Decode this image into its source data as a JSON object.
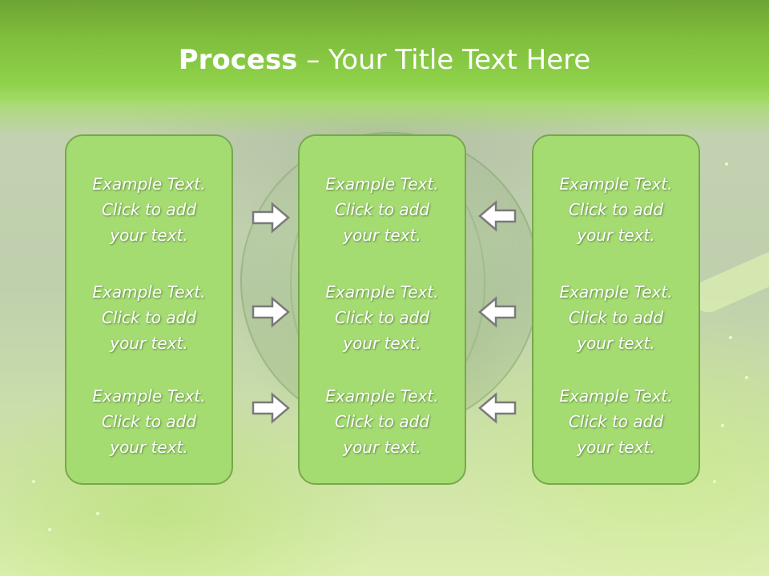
{
  "slide": {
    "title_bold": "Process",
    "title_rest": " – Your Title Text Here"
  },
  "panels": {
    "left": [
      {
        "line1": "Example Text.",
        "line2": "Click  to add",
        "line3": "your text."
      },
      {
        "line1": "Example Text.",
        "line2": "Click  to add",
        "line3": "your text."
      },
      {
        "line1": "Example Text.",
        "line2": "Click  to add",
        "line3": "your text."
      }
    ],
    "center": [
      {
        "line1": "Example Text.",
        "line2": "Click  to add",
        "line3": "your text."
      },
      {
        "line1": "Example Text.",
        "line2": "Click  to add",
        "line3": "your text."
      },
      {
        "line1": "Example Text.",
        "line2": "Click  to add",
        "line3": "your text."
      }
    ],
    "right": [
      {
        "line1": "Example Text.",
        "line2": "Click  to add",
        "line3": "your text."
      },
      {
        "line1": "Example Text.",
        "line2": "Click  to add",
        "line3": "your text."
      },
      {
        "line1": "Example Text.",
        "line2": "Click  to add",
        "line3": "your text."
      }
    ]
  },
  "icons": {
    "right_arrow": "arrow-right-icon",
    "left_arrow": "arrow-left-icon"
  },
  "colors": {
    "header_green": "#8fd24a",
    "panel_fill": "#a5dc72",
    "panel_border": "#77a84d",
    "arrow_fill": "#ffffff",
    "arrow_stroke": "#7a7a7a"
  }
}
